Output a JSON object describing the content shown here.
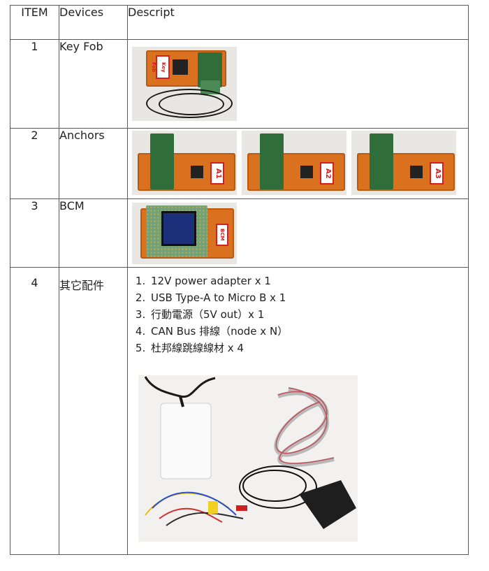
{
  "table": {
    "headers": [
      "ITEM",
      "Devices",
      "Descript"
    ],
    "rows": [
      {
        "item": "1",
        "device": "Key Fob",
        "photo_label": "Key Fob"
      },
      {
        "item": "2",
        "device": "Anchors",
        "photo_labels": [
          "A1",
          "A2",
          "A3"
        ]
      },
      {
        "item": "3",
        "device": "BCM",
        "photo_label": "BCM"
      },
      {
        "item": "4",
        "device": "其它配件",
        "list": [
          "12V power adapter x 1",
          "USB Type-A to Micro B x 1",
          "行動電源（5V out）x 1",
          "CAN Bus  排線（node x N）",
          "杜邦線跳線線材 x 4"
        ]
      }
    ]
  },
  "colors": {
    "board_orange": "#d9711f",
    "border": "#5a5a5a",
    "label_red": "#d42020"
  }
}
